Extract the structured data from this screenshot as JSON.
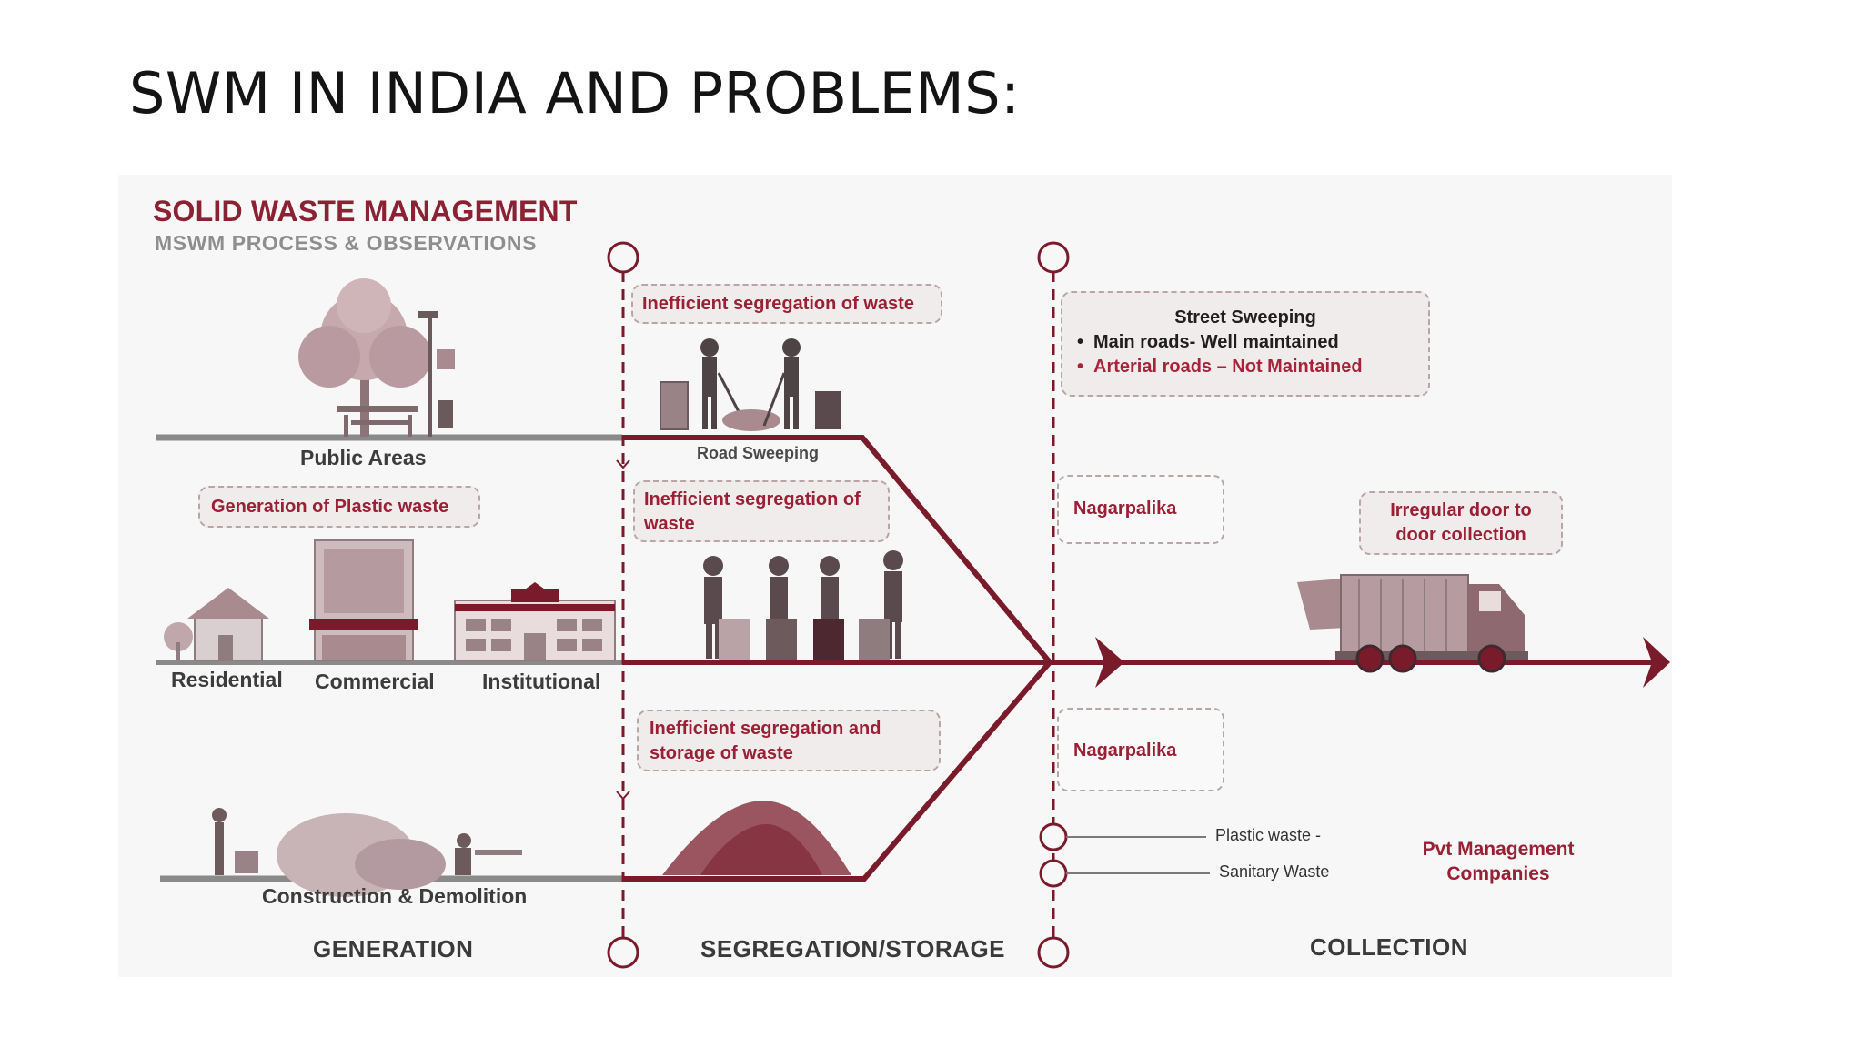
{
  "slide": {
    "title": "SWM IN INDIA AND PROBLEMS:"
  },
  "infographic": {
    "title": "SOLID WASTE MANAGEMENT",
    "subtitle": "MSWM PROCESS & OBSERVATIONS",
    "colors": {
      "brand": "#8a2233",
      "line": "#7a1b2c",
      "grey": "#8a8a8a",
      "callout_bg": "#f1ecec"
    },
    "generation": {
      "public_areas": "Public Areas",
      "residential": "Residential",
      "commercial": "Commercial",
      "institutional": "Institutional",
      "construction": "Construction & Demolition",
      "plastic_callout": "Generation of Plastic waste"
    },
    "segregation": {
      "callout_top": "Inefficient segregation of waste",
      "road_sweeping": "Road Sweeping",
      "callout_mid": "Inefficient segregation of waste",
      "callout_bottom": "Inefficient segregation and storage of waste"
    },
    "collection": {
      "street_sweeping": {
        "title": "Street Sweeping",
        "items": [
          {
            "text": "Main roads- Well maintained",
            "status": "ok"
          },
          {
            "text": "Arterial roads – Not Maintained",
            "status": "bad"
          }
        ]
      },
      "nagarpalika_1": "Nagarpalika",
      "nagarpalika_2": "Nagarpalika",
      "irregular_callout": "Irregular door to door collection",
      "plastic_waste": "Plastic waste -",
      "sanitary_waste": "Sanitary Waste",
      "pvt": "Pvt Management Companies"
    },
    "phases": [
      "GENERATION",
      "SEGREGATION/STORAGE",
      "COLLECTION"
    ]
  },
  "icons": [
    "tree-icon",
    "street-lamp-icon",
    "bench-icon",
    "house-icon",
    "office-building-icon",
    "institution-building-icon",
    "sweeper-people-icon",
    "waste-bins-people-icon",
    "debris-pile-icon",
    "waste-heap-icon",
    "garbage-truck-icon",
    "arrow-right-icon"
  ]
}
